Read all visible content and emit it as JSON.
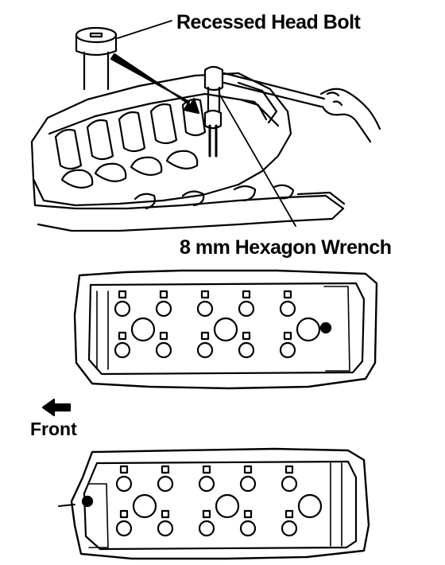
{
  "labels": {
    "recessed_head_bolt": "Recessed Head Bolt",
    "hexagon_wrench": "8 mm Hexagon Wrench",
    "front": "Front"
  },
  "colors": {
    "ink": "#000000",
    "paper": "#ffffff"
  },
  "icons": {
    "direction": "arrow-left-icon"
  }
}
